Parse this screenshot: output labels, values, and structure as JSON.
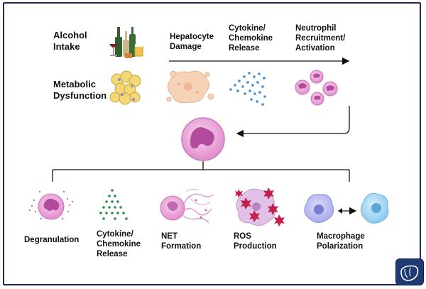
{
  "inputs": {
    "alcohol": "Alcohol\nIntake",
    "metabolic": "Metabolic\nDysfunction"
  },
  "top_steps": {
    "hepatocyte": "Hepatocyte\nDamage",
    "cytokine": "Cytokine/\nChemokine\nRelease",
    "neutrophil": "Neutrophil\nRecruitment/\nActivation"
  },
  "effects": {
    "degranulation": "Degranulation",
    "cytokine": "Cytokine/\nChemokine\nRelease",
    "net": "NET\nFormation",
    "ros": "ROS\nProduction",
    "macrophage": "Macrophage\nPolarization"
  },
  "colors": {
    "frame": "#1f2a56",
    "neutrophil_body": "#e59bd3",
    "neutrophil_nucleus": "#b24b9b",
    "cytokine_dots": "#3d8fd1",
    "green_dots": "#2f8a4a",
    "ros_star": "#c2214e",
    "macrophage_left": "#b8b9ee",
    "macrophage_right": "#9ed3ef",
    "arrow": "#111111"
  },
  "icons": {
    "logo": "liver-journal-logo-icon"
  }
}
